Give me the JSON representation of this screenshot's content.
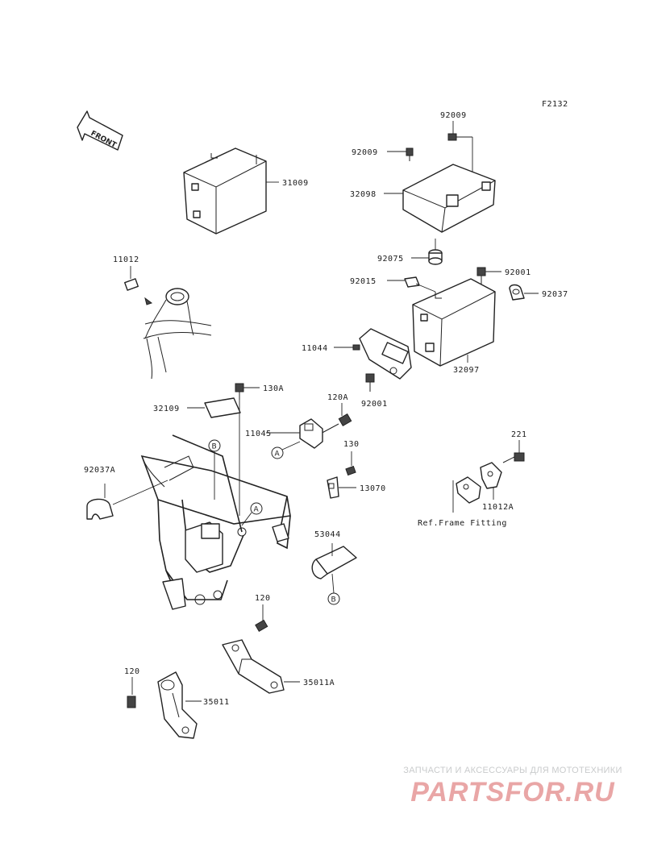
{
  "diagram_code": "F2132",
  "front_label": "FRONT",
  "parts": {
    "p31009": "31009",
    "p92009a": "92009",
    "p92009b": "92009",
    "p32098": "32098",
    "p92075": "92075",
    "p11012": "11012",
    "p92001a": "92001",
    "p92015": "92015",
    "p92037": "92037",
    "p11044": "11044",
    "p32097": "32097",
    "p130a": "130A",
    "p92001b": "92001",
    "p32109": "32109",
    "p120a": "120A",
    "p11045": "11045",
    "p221": "221",
    "p130": "130",
    "p92037a": "92037A",
    "p13070": "13070",
    "p11012a": "11012A",
    "p53044": "53044",
    "p120b": "120",
    "p35011a": "35011A",
    "p120c": "120",
    "p35011": "35011"
  },
  "ref_note": "Ref.Frame Fitting",
  "callouts": {
    "a1": "A",
    "a2": "A",
    "b1": "B",
    "b2": "B"
  },
  "watermark": {
    "tagline": "ЗАПЧАСТИ И АКСЕССУАРЫ ДЛЯ МОТОТЕХНИКИ",
    "brand": "PARTSFOR.RU"
  }
}
